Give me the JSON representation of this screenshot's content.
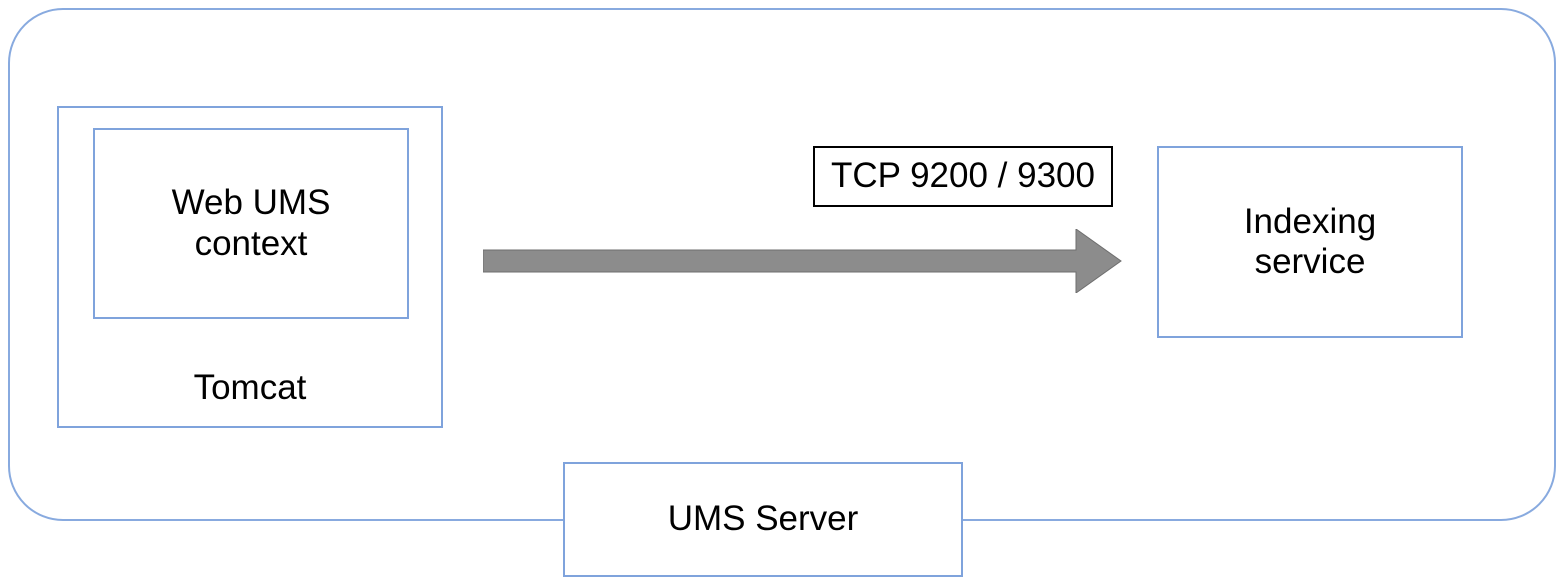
{
  "diagram": {
    "type": "architecture-diagram",
    "nodes": {
      "web_ums_context": {
        "label": "Web UMS context"
      },
      "tomcat": {
        "label": "Tomcat"
      },
      "indexing_service": {
        "label": "Indexing service"
      },
      "ums_server": {
        "label": "UMS Server"
      }
    },
    "connection": {
      "label": "TCP 9200 / 9300",
      "from": "Web UMS context",
      "to": "Indexing service",
      "direction": "left-to-right"
    },
    "colors": {
      "outer_border": "#88aadf",
      "box_border": "#7fa3dc",
      "label_box_border": "#000000",
      "arrow_fill": "#8c8c8c",
      "arrow_stroke": "#6e6e6e",
      "text": "#000000",
      "background": "#ffffff"
    }
  }
}
